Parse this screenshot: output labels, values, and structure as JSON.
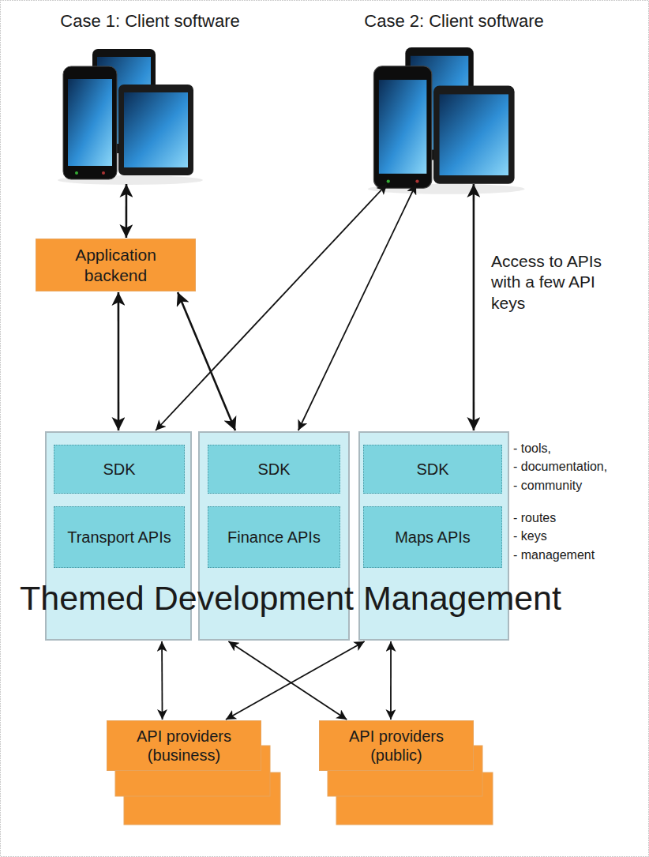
{
  "diagram": {
    "nodes": [
      {
        "text": [
          "Case 1: Client software"
        ]
      },
      {
        "text": [
          "Case 2: Client software"
        ]
      },
      {
        "text": [
          "Application backend"
        ]
      },
      {
        "text": []
      },
      {
        "text": [
          "SDK"
        ],
        "in": 3
      },
      {
        "text": [
          "Transport APIs"
        ],
        "in": 3
      },
      {
        "text": []
      },
      {
        "text": [
          "SDK"
        ],
        "in": 6
      },
      {
        "text": [
          "Finance APIs"
        ],
        "in": 6
      },
      {
        "text": []
      },
      {
        "text": [
          "SDK"
        ],
        "in": 9
      },
      {
        "text": [
          "Maps APIs"
        ],
        "in": 9
      },
      {
        "text": [
          "API providers (business)"
        ]
      },
      {
        "text": [
          "API providers (public)"
        ]
      }
    ],
    "edges": [
      {
        "from": 0,
        "to": 2,
        "arrow": "both"
      },
      {
        "from": 2,
        "to": 3,
        "arrow": "both"
      },
      {
        "from": 2,
        "to": 6,
        "arrow": "both"
      },
      {
        "from": 1,
        "to": 3,
        "arrow": "both"
      },
      {
        "from": 1,
        "to": 6,
        "arrow": "both"
      },
      {
        "from": 1,
        "to": 9,
        "arrow": "both",
        "label": "Access to APIs with a few API keys"
      },
      {
        "from": 3,
        "to": 12,
        "arrow": "both"
      },
      {
        "from": 6,
        "to": 13,
        "arrow": "both"
      },
      {
        "from": 9,
        "to": 12,
        "arrow": "both"
      },
      {
        "from": 9,
        "to": 13,
        "arrow": "both"
      }
    ],
    "labels": [
      "- tools,",
      "- documentation,",
      "- community",
      "- routes",
      "- keys",
      "- management",
      "Themed Development Management"
    ]
  }
}
